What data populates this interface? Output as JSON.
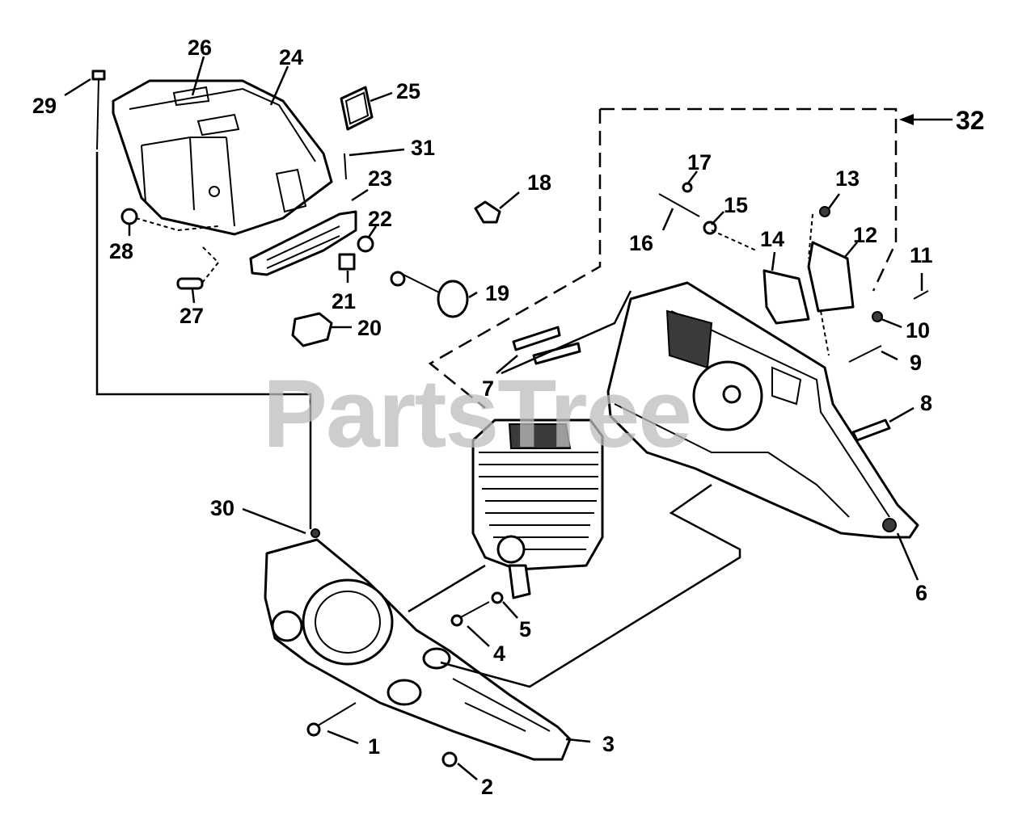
{
  "watermark": "PartsTree",
  "callouts": [
    {
      "label": "1"
    },
    {
      "label": "2"
    },
    {
      "label": "3"
    },
    {
      "label": "4"
    },
    {
      "label": "5"
    },
    {
      "label": "6"
    },
    {
      "label": "7"
    },
    {
      "label": "8"
    },
    {
      "label": "9"
    },
    {
      "label": "10"
    },
    {
      "label": "11"
    },
    {
      "label": "12"
    },
    {
      "label": "13"
    },
    {
      "label": "14"
    },
    {
      "label": "15"
    },
    {
      "label": "16"
    },
    {
      "label": "17"
    },
    {
      "label": "18"
    },
    {
      "label": "19"
    },
    {
      "label": "20"
    },
    {
      "label": "21"
    },
    {
      "label": "22"
    },
    {
      "label": "23"
    },
    {
      "label": "24"
    },
    {
      "label": "25"
    },
    {
      "label": "26"
    },
    {
      "label": "27"
    },
    {
      "label": "28"
    },
    {
      "label": "29"
    },
    {
      "label": "30"
    },
    {
      "label": "31"
    },
    {
      "label": "32"
    }
  ]
}
